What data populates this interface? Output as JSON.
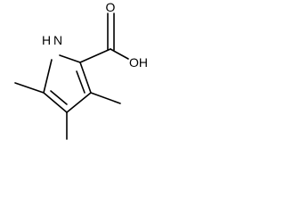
{
  "molecule": {
    "atoms": {
      "nh": "N",
      "nh_h": "H",
      "carbonyl_o": "O",
      "hydroxyl": "OH"
    },
    "colors": {
      "bond": "#000000",
      "label": "#000000",
      "background": "#ffffff"
    }
  }
}
